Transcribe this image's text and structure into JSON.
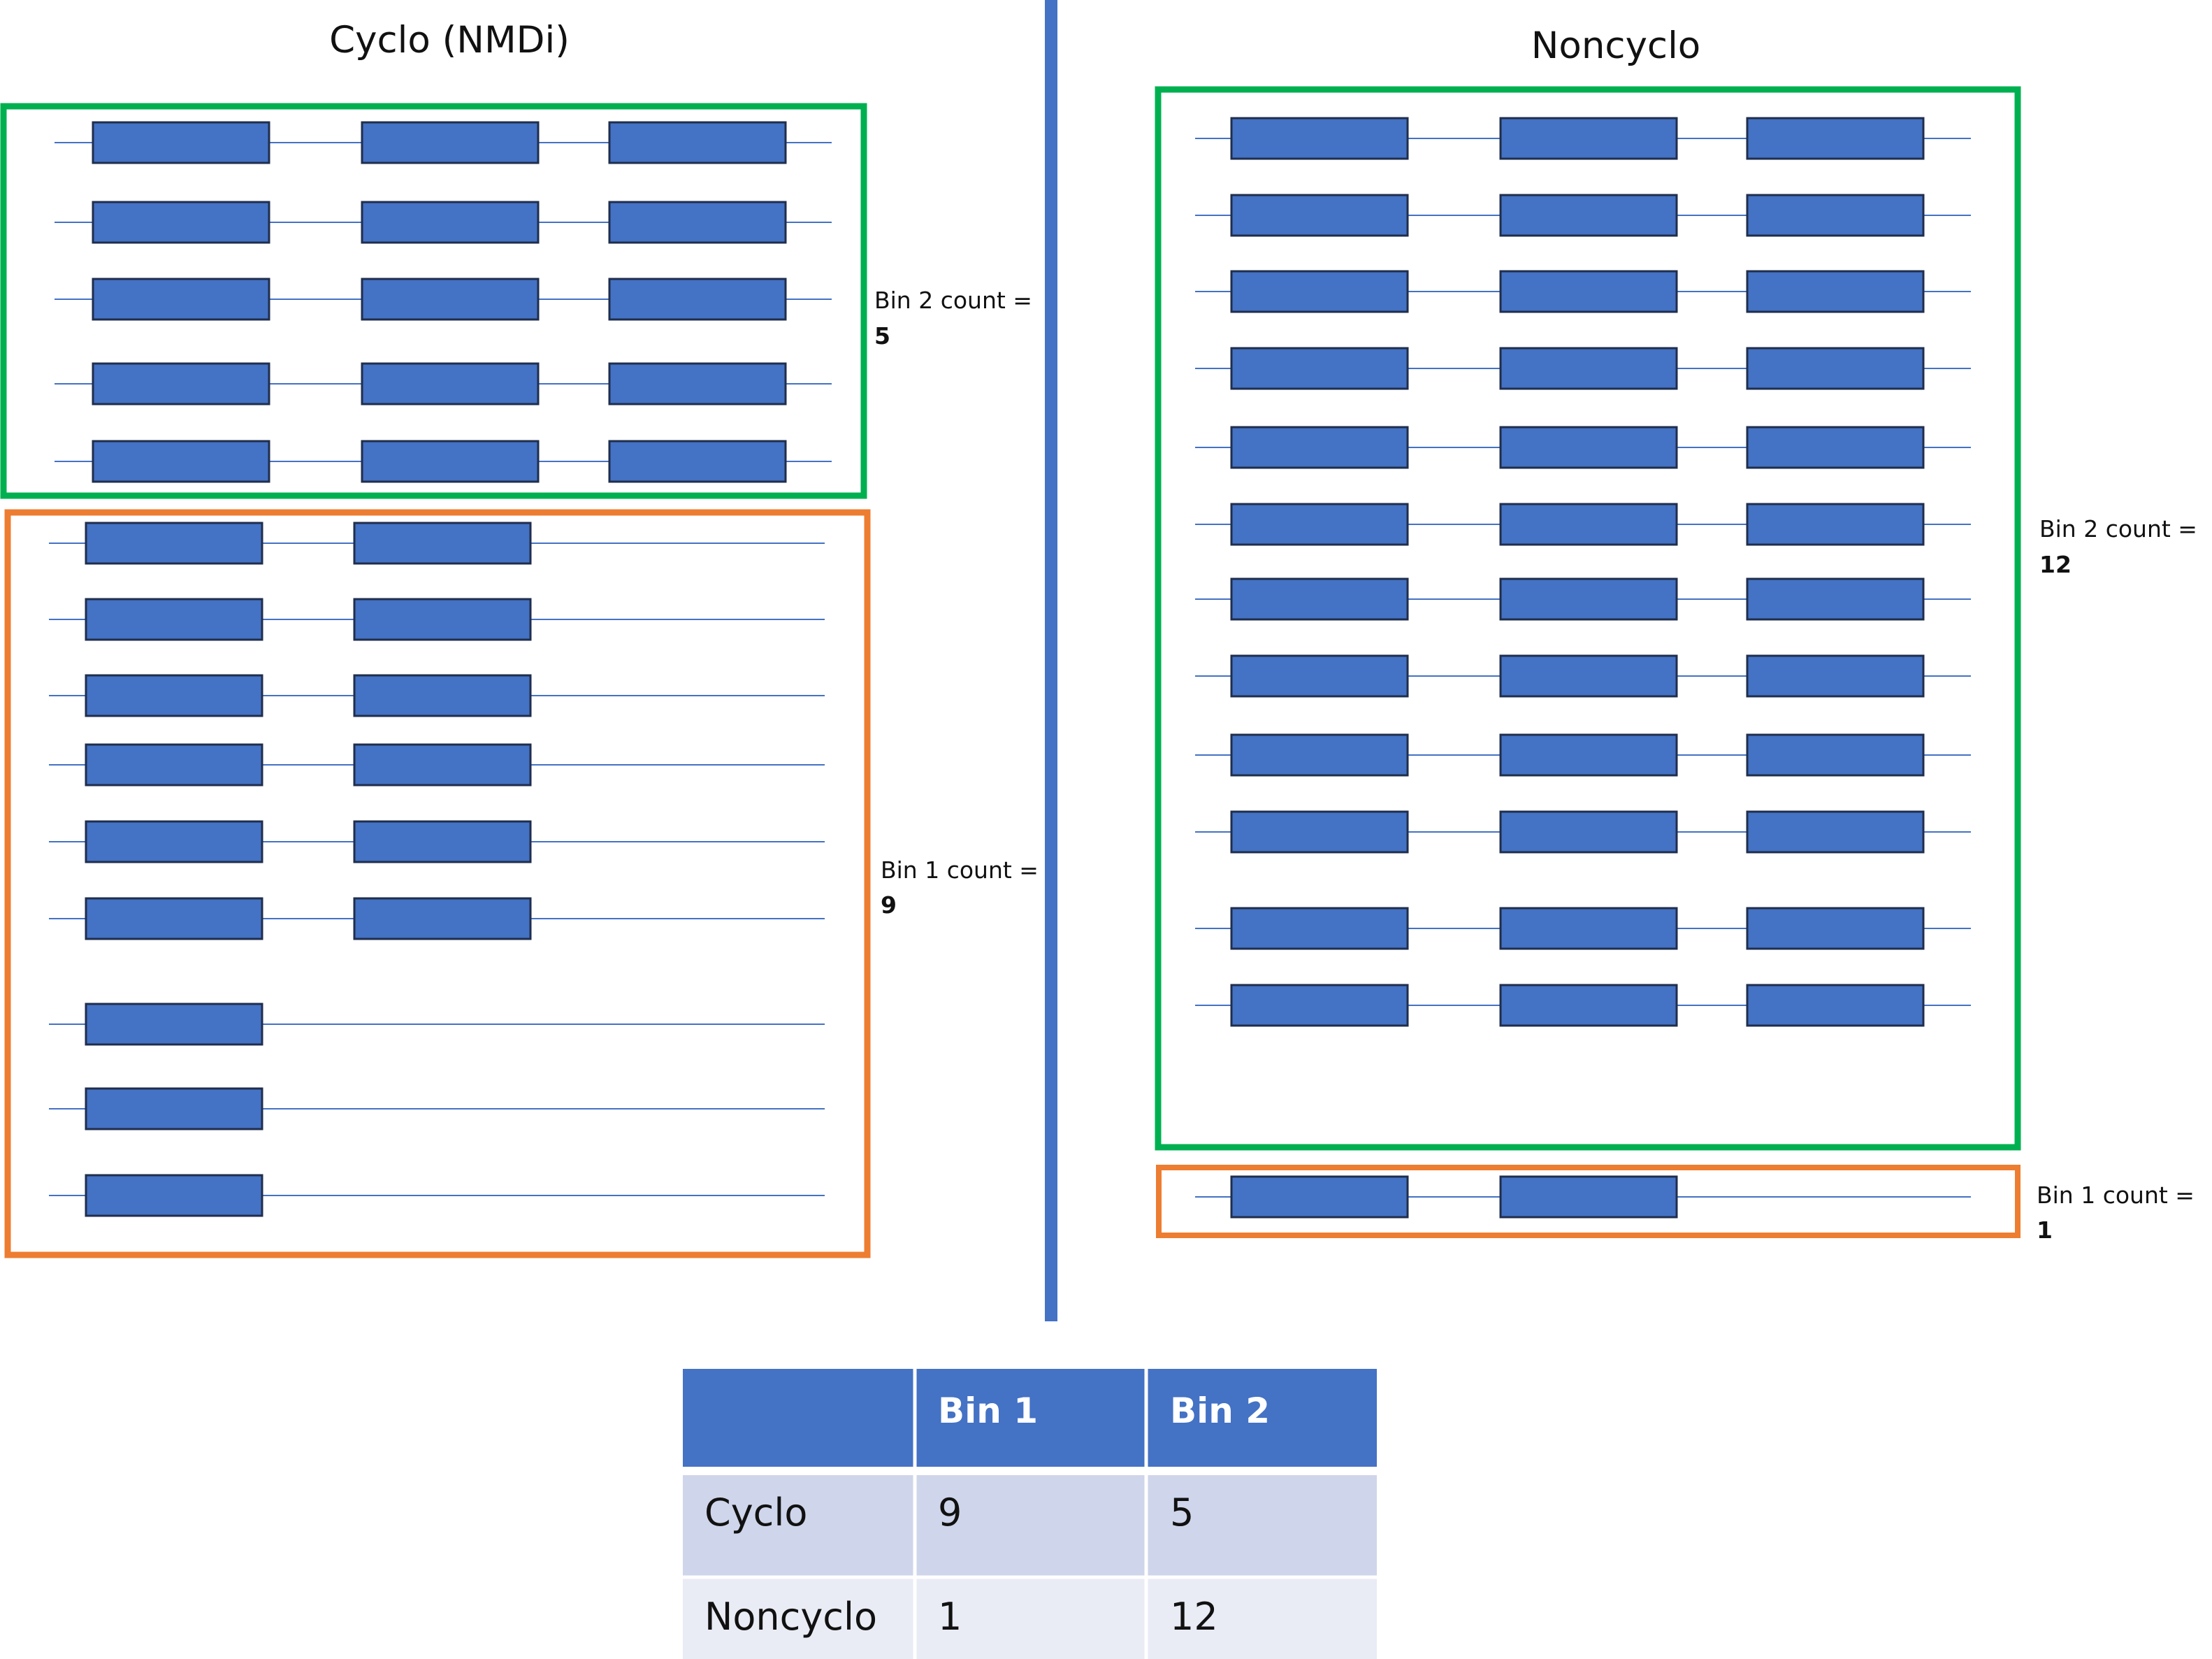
{
  "colors": {
    "exon_fill": "#4472c4",
    "exon_stroke": "#1f2e4d",
    "intron_line": "#4472c4",
    "divider": "#4472c4",
    "bin2_box": "#00b050",
    "bin1_box": "#ed7d31",
    "table_header": "#4472c4",
    "table_row_1": "#cfd5ea",
    "table_row_2": "#e9ebf5"
  },
  "panels": [
    {
      "title": "Cyclo (NMDi)",
      "bin2": {
        "label": "Bin 2 count =",
        "value": "5"
      },
      "bin1": {
        "label": "Bin 1 count =",
        "value": "9"
      },
      "bin2_transcripts": [
        3,
        3,
        3,
        3,
        3
      ],
      "bin1_transcripts": [
        2,
        2,
        2,
        2,
        2,
        2,
        1,
        1,
        1
      ]
    },
    {
      "title": "Noncyclo",
      "bin2": {
        "label": "Bin 2 count =",
        "value": "12"
      },
      "bin1": {
        "label": "Bin 1 count =",
        "value": "1"
      },
      "bin2_transcripts": [
        3,
        3,
        3,
        3,
        3,
        3,
        3,
        3,
        3,
        3,
        3,
        3
      ],
      "bin1_transcripts": [
        2
      ]
    }
  ],
  "table": {
    "headers": [
      "",
      "Bin 1",
      "Bin 2"
    ],
    "rows": [
      [
        "Cyclo",
        "9",
        "5"
      ],
      [
        "Noncyclo",
        "1",
        "12"
      ]
    ]
  }
}
